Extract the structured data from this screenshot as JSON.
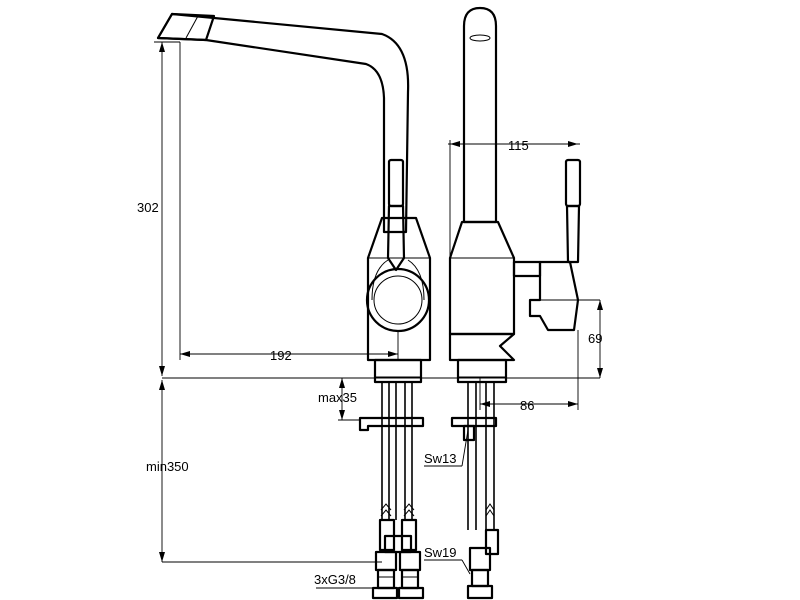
{
  "dimensions": {
    "height_total": "302",
    "spout_reach": "192",
    "body_depth": "115",
    "lever_height": "69",
    "lever_reach": "86",
    "counter_thickness": "max35",
    "hose_length": "min350",
    "nut_wrench": "Sw13",
    "hose_wrench": "Sw19",
    "connections": "3xG3/8"
  }
}
